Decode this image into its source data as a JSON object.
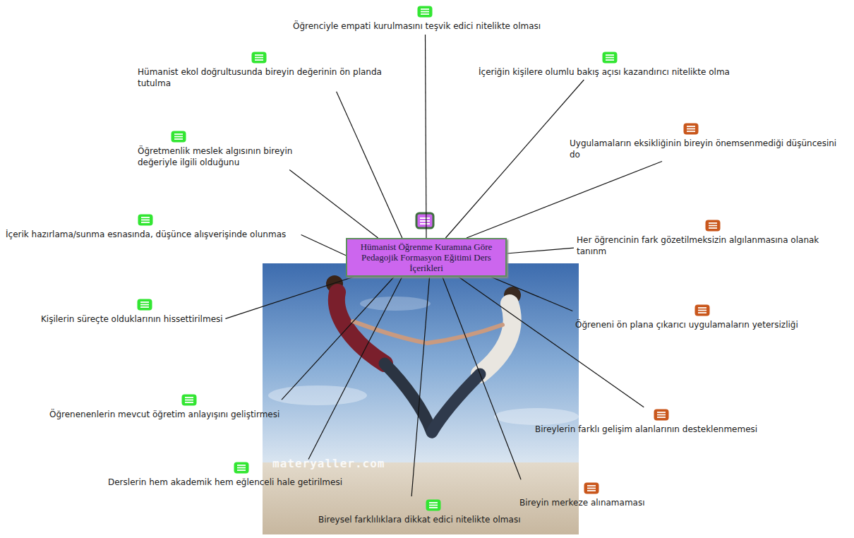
{
  "diagram": {
    "nodes": [
      {
        "text": [
          "Hümanist Öğrenme Kuramına Göre Pedagojik Formasyon Eğitimi Ders İçerikleri"
        ]
      },
      {
        "text": [
          "Öğrenciyle empati kurulmasını teşvik edici nitelikte olması"
        ]
      },
      {
        "text": [
          "Hümanist ekol doğrultusunda bireyin değerinin ön planda tutulma"
        ]
      },
      {
        "text": [
          "İçeriğin kişilere olumlu bakış açısı kazandırıcı nitelikte olma"
        ]
      },
      {
        "text": [
          "Uygulamaların eksikliğinin bireyin önemsenmediği düşüncesini do"
        ]
      },
      {
        "text": [
          "Öğretmenlik meslek algısının bireyin değeriyle ilgili olduğunu"
        ]
      },
      {
        "text": [
          "İçerik hazırlama/sunma esnasında, düşünce alışverişinde olunmas"
        ]
      },
      {
        "text": [
          "Her öğrencinin fark gözetilmeksizin algılanmasına olanak tanınm"
        ]
      },
      {
        "text": [
          "Kişilerin süreçte olduklarının hissettirilmesi"
        ]
      },
      {
        "text": [
          "Öğreneni ön plana çıkarıcı uygulamaların yetersizliği"
        ]
      },
      {
        "text": [
          "Öğrenenenlerin mevcut öğretim anlayışını geliştirmesi"
        ]
      },
      {
        "text": [
          "Bireylerin farklı gelişim alanlarının desteklenmemesi"
        ]
      },
      {
        "text": [
          "Derslerin hem akademik hem eğlenceli hale getirilmesi"
        ]
      },
      {
        "text": [
          "Bireyin merkeze alınamaması"
        ]
      },
      {
        "text": [
          "Bireysel farklılıklara dikkat edici nitelikte olması"
        ]
      }
    ],
    "edges": [
      {
        "from": 0,
        "to": 1,
        "arrow": "none"
      },
      {
        "from": 0,
        "to": 2,
        "arrow": "none"
      },
      {
        "from": 0,
        "to": 3,
        "arrow": "none"
      },
      {
        "from": 0,
        "to": 4,
        "arrow": "none"
      },
      {
        "from": 0,
        "to": 5,
        "arrow": "none"
      },
      {
        "from": 0,
        "to": 6,
        "arrow": "none"
      },
      {
        "from": 0,
        "to": 7,
        "arrow": "none"
      },
      {
        "from": 0,
        "to": 8,
        "arrow": "none"
      },
      {
        "from": 0,
        "to": 9,
        "arrow": "none"
      },
      {
        "from": 0,
        "to": 10,
        "arrow": "none"
      },
      {
        "from": 0,
        "to": 11,
        "arrow": "none"
      },
      {
        "from": 0,
        "to": 12,
        "arrow": "none"
      },
      {
        "from": 0,
        "to": 13,
        "arrow": "none"
      },
      {
        "from": 0,
        "to": 14,
        "arrow": "none"
      }
    ],
    "labels": [
      "materyaller.com"
    ]
  }
}
